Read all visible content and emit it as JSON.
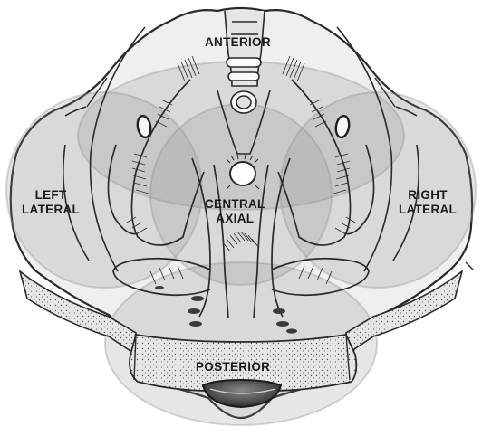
{
  "regions": {
    "anterior": "ANTERIOR",
    "left_lateral": [
      "LEFT",
      "LATERAL"
    ],
    "right_lateral": [
      "RIGHT",
      "LATERAL"
    ],
    "central_axial": [
      "CENTRAL",
      "AXIAL"
    ],
    "posterior": "POSTERIOR"
  },
  "colors": {
    "outline": "#2a2a2a",
    "tissue": "#eeeeee",
    "overlay": "#9a9a9a",
    "bone_stipple": "#d9d9d9",
    "dark_opening": "#4a4a4a"
  }
}
